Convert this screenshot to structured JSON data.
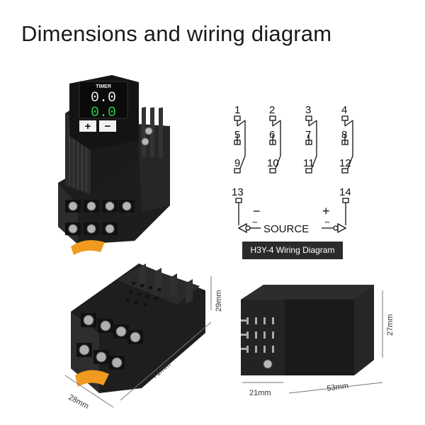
{
  "title": "Dimensions and wiring diagram",
  "timer": {
    "brand": "TIMER",
    "display_top": "0.0",
    "display_bottom": "0.0",
    "plus": "+",
    "minus": "−"
  },
  "wiring": {
    "top_row": [
      "1",
      "2",
      "3",
      "4"
    ],
    "mid_row": [
      "5",
      "6",
      "7",
      "8"
    ],
    "bottom_row": [
      "9",
      "10",
      "11",
      "12"
    ],
    "coil_left": "13",
    "coil_right": "14",
    "source_label": "SOURCE",
    "minus_sign": "−",
    "plus_sign": "+",
    "tilde_left": "~",
    "tilde_right": "~",
    "caption": "H3Y-4 Wiring Diagram"
  },
  "dimensions": {
    "base_depth": "28mm",
    "base_length": "71mm",
    "base_height": "29mm",
    "relay_width": "21mm",
    "relay_length": "53mm",
    "relay_height": "27mm"
  },
  "colors": {
    "body": "#222222",
    "green_digits": "#22c84a",
    "orange_clip": "#f09a1f",
    "screw_metal": "#a8a8a8",
    "caption_bg": "#2b2b2b"
  }
}
